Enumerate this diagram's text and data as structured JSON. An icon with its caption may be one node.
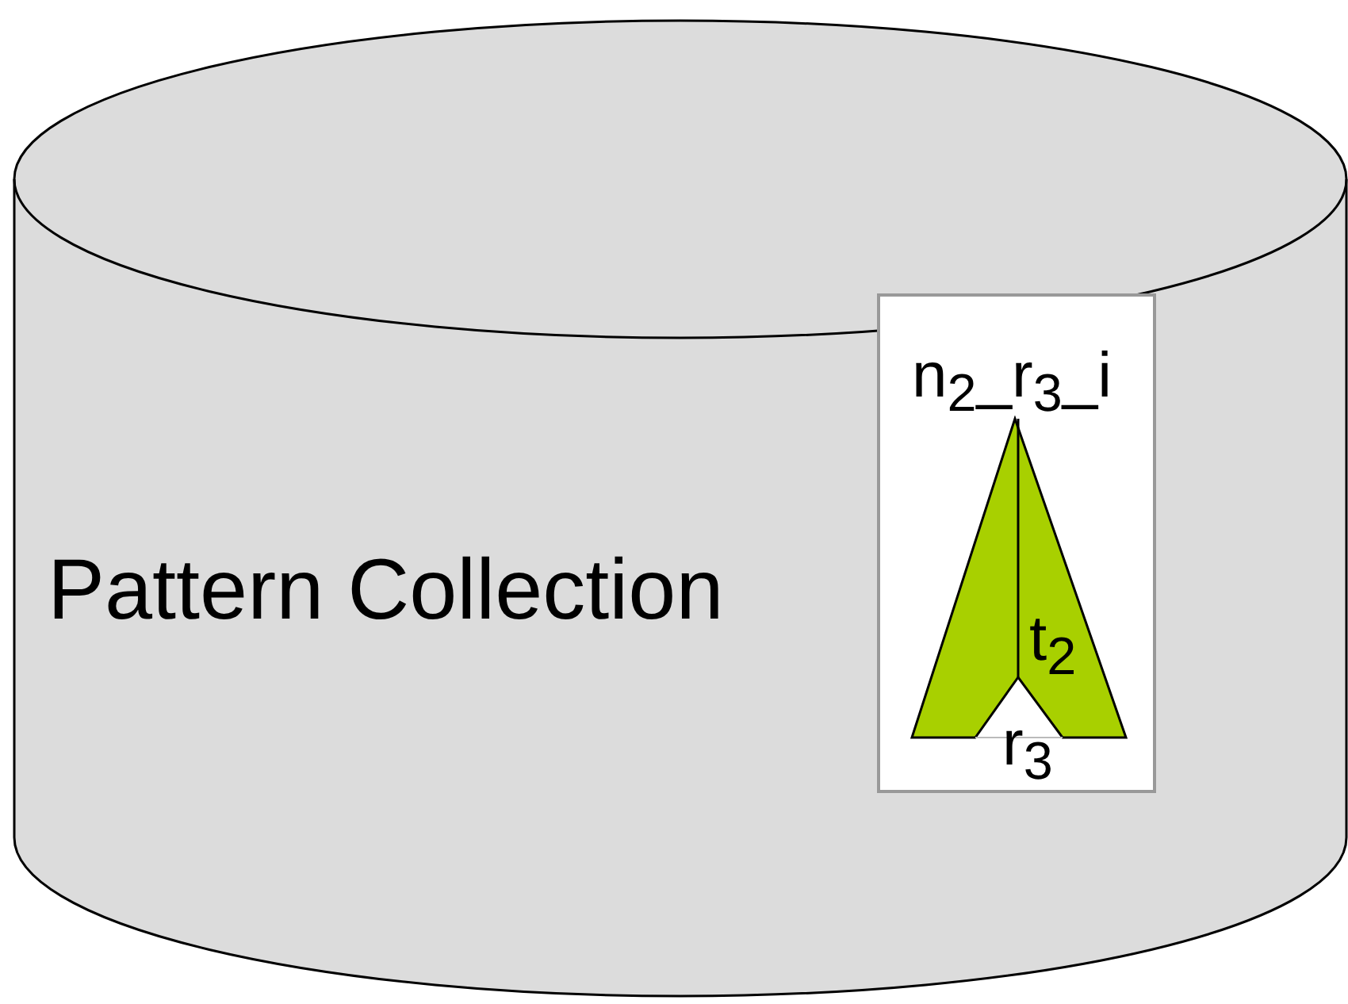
{
  "diagram": {
    "nodes": [
      {
        "text": [
          "Pattern Collection"
        ]
      },
      {
        "text": [
          "n$_{2}$_r$_{3}$_i",
          "t$_{2}$",
          "r$_{3}$"
        ],
        "in": 0
      }
    ]
  }
}
